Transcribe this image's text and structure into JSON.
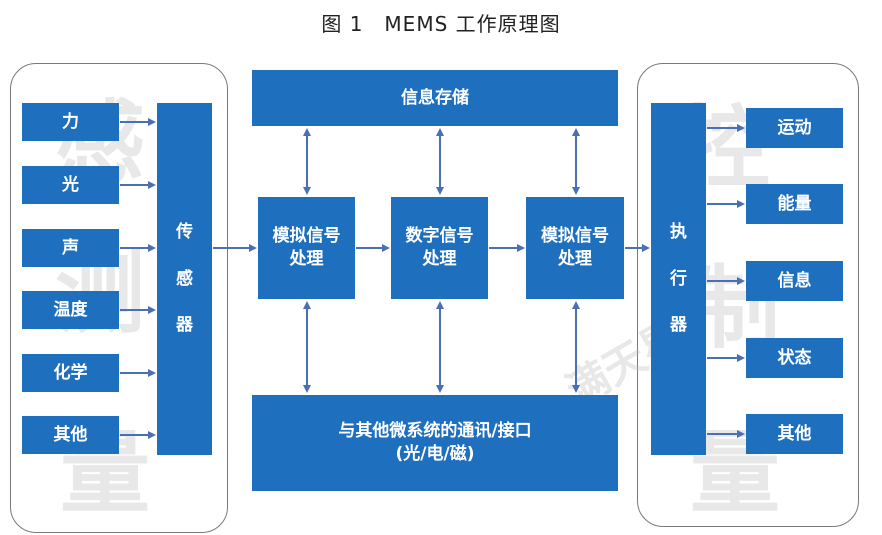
{
  "title": "图 1　MEMS 工作原理图",
  "sensor": {
    "inputs": [
      "力",
      "光",
      "声",
      "温度",
      "化学",
      "其他"
    ],
    "label": [
      "传",
      "感",
      "器"
    ]
  },
  "storage": "信息存储",
  "processing": {
    "analog_in": [
      "模拟信号",
      "处理"
    ],
    "digital": [
      "数字信号",
      "处理"
    ],
    "analog_out": [
      "模拟信号",
      "处理"
    ]
  },
  "interface": [
    "与其他微系统的通讯/接口",
    "(光/电/磁)"
  ],
  "actuator": {
    "label": [
      "执",
      "行",
      "器"
    ],
    "outputs": [
      "运动",
      "能量",
      "信息",
      "状态",
      "其他"
    ]
  },
  "watermarks": {
    "left": [
      "感",
      "测",
      "量"
    ],
    "right": [
      "控",
      "制",
      "量"
    ],
    "brand": "满天星"
  },
  "colors": {
    "box": "#1f6fbf",
    "arrow": "#4a6fb5",
    "border": "#7a7a7a"
  }
}
